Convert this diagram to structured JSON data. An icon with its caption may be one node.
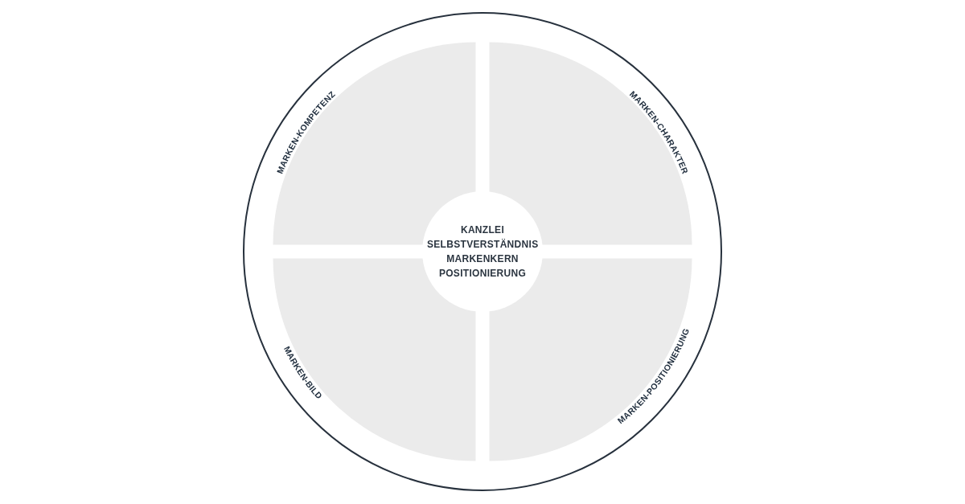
{
  "diagram": {
    "nodes": [
      {
        "text": [],
        "shape": "circle"
      },
      {
        "text": [
          "MARKEN-KOMPETENZ"
        ],
        "in": 0
      },
      {
        "text": [
          "MARKEN-CHARAKTER"
        ],
        "in": 0
      },
      {
        "text": [
          "KANZLEI SELBSTVERSTÄNDNIS MARKENKERN POSITIONIERUNG"
        ],
        "in": 0
      },
      {
        "text": [
          "MARKEN-BILD"
        ],
        "in": 0
      },
      {
        "text": [
          "MARKEN-POSITIONIERUNG"
        ],
        "in": 0
      }
    ]
  }
}
